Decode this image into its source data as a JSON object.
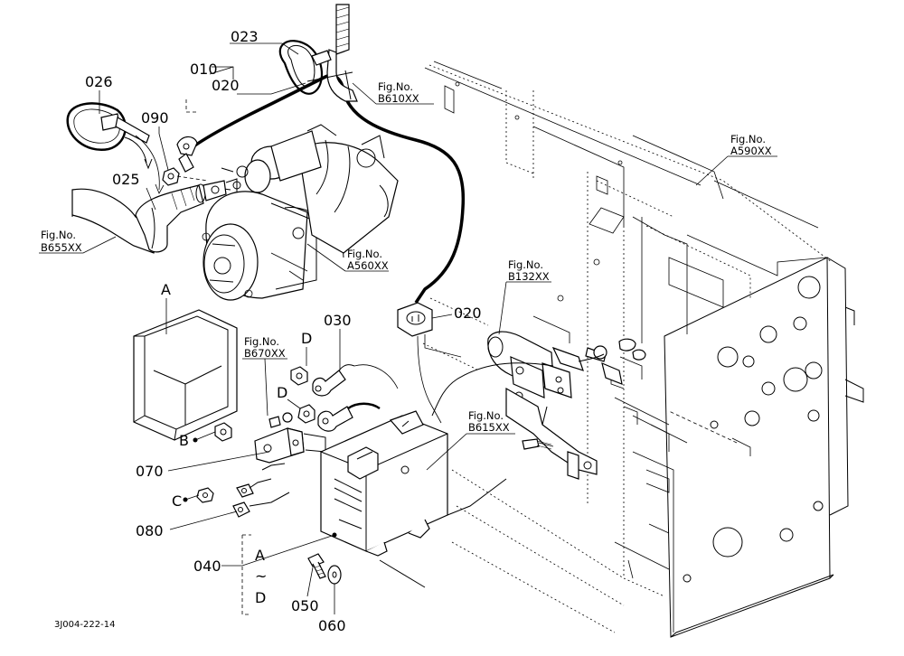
{
  "labels": {
    "p023": "023",
    "p010": "010",
    "p020a": "020",
    "p026": "026",
    "p090": "090",
    "p025": "025",
    "p020b": "020",
    "p030": "030",
    "p070": "070",
    "p080": "080",
    "p040": "040",
    "p050": "050",
    "p060": "060",
    "A": "A",
    "B": "B",
    "C": "C",
    "D1": "D",
    "D2": "D",
    "rangeA": "A",
    "rangeTilde": "~",
    "rangeD": "D"
  },
  "figs": {
    "b610": {
      "line1": "Fig.No.",
      "line2": "B610XX"
    },
    "a590": {
      "line1": "Fig.No.",
      "line2": "A590XX"
    },
    "b655": {
      "line1": "Fig.No.",
      "line2": "B655XX"
    },
    "a560": {
      "line1": "Fig.No.",
      "line2": "A560XX"
    },
    "b132": {
      "line1": "Fig.No.",
      "line2": "B132XX"
    },
    "b670": {
      "line1": "Fig.No.",
      "line2": "B670XX"
    },
    "b615": {
      "line1": "Fig.No.",
      "line2": "B615XX"
    }
  },
  "footer": {
    "code": "3J004-222-14"
  }
}
